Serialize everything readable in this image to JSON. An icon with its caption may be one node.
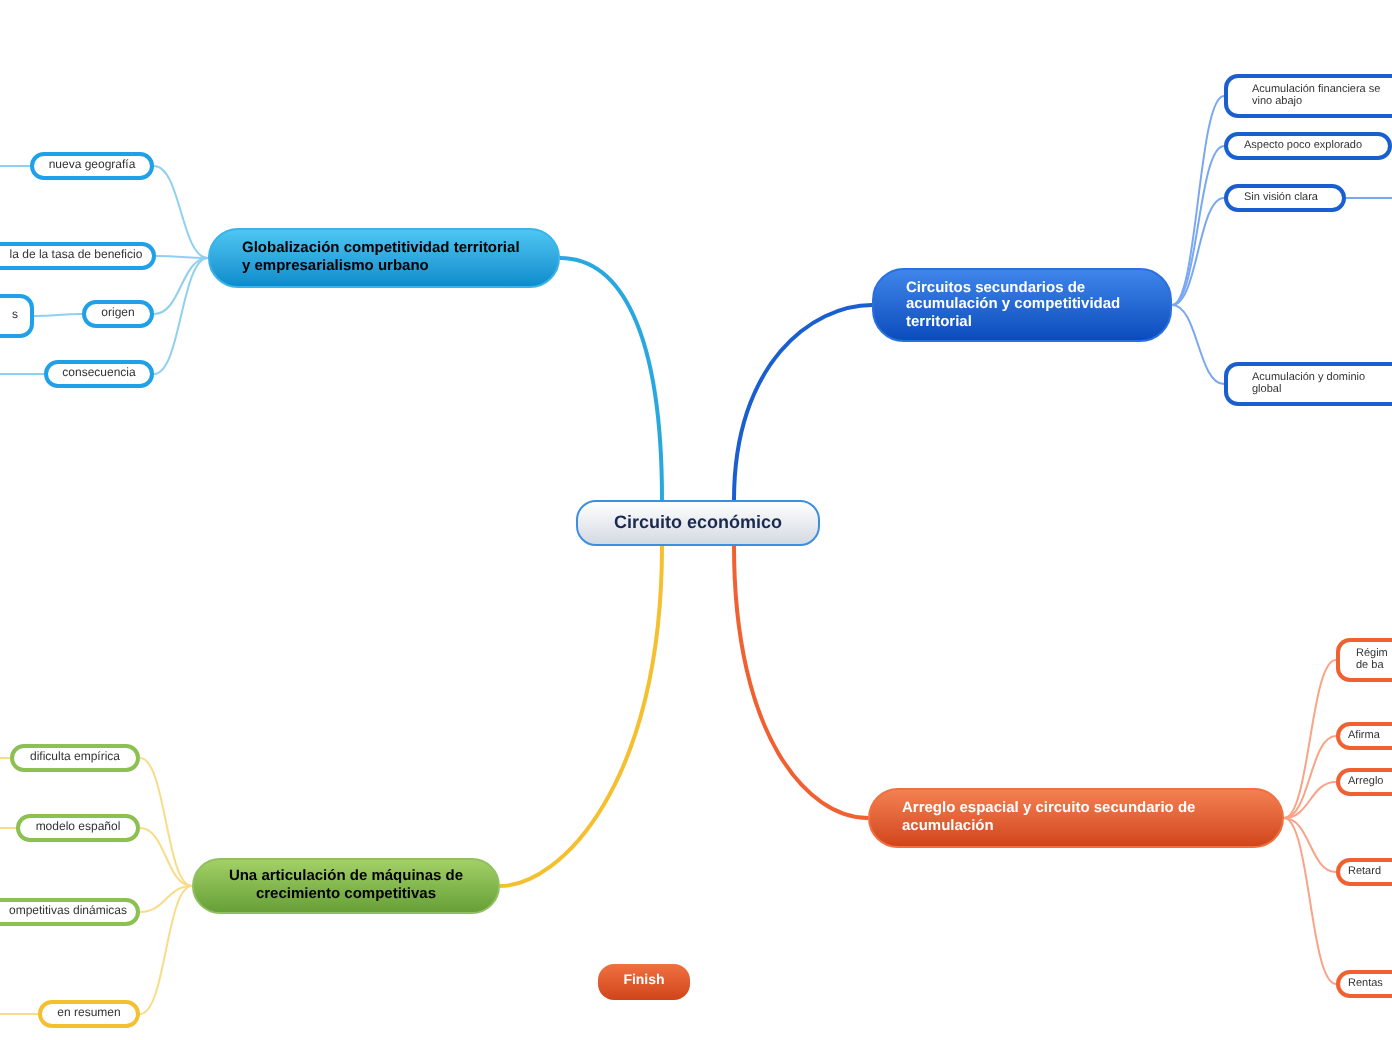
{
  "diagram": {
    "nodes": [
      {
        "text": [
          "Circuito económico"
        ]
      },
      {
        "text": [
          "Globalización competitividad territorial y empresarialismo urbano"
        ]
      },
      {
        "text": [
          "nueva geografía"
        ]
      },
      {
        "text": [
          "la de la tasa de beneficio"
        ]
      },
      {
        "text": [
          "origen"
        ]
      },
      {
        "text": [
          "s"
        ]
      },
      {
        "text": [
          "consecuencia"
        ]
      },
      {
        "text": [
          "Circuitos secundarios de acumulación y competitividad territorial"
        ]
      },
      {
        "text": [
          "Acumulación financiera se vino abajo"
        ]
      },
      {
        "text": [
          "Aspecto poco explorado"
        ]
      },
      {
        "text": [
          "Sin visión clara"
        ]
      },
      {
        "text": [
          "Acumulación y dominio global"
        ]
      },
      {
        "text": [
          "Arreglo espacial y circuito secundario de acumulación"
        ]
      },
      {
        "text": [
          "Régim de ba"
        ]
      },
      {
        "text": [
          "Afirma"
        ]
      },
      {
        "text": [
          "Arreglo"
        ]
      },
      {
        "text": [
          "Retard"
        ]
      },
      {
        "text": [
          "Rentas"
        ]
      },
      {
        "text": [
          "Una articulación de máquinas de crecimiento competitivas"
        ]
      },
      {
        "text": [
          "dificulta empírica"
        ]
      },
      {
        "text": [
          "modelo español"
        ]
      },
      {
        "text": [
          "ompetitivas dinámicas"
        ]
      },
      {
        "text": [
          "en resumen"
        ]
      },
      {
        "text": [
          "Finish"
        ]
      }
    ],
    "edges": [
      {
        "from": 0,
        "to": 1,
        "arrow": "none",
        "color": "#29a8e0"
      },
      {
        "from": 0,
        "to": 7,
        "arrow": "none",
        "color": "#1a5fcf"
      },
      {
        "from": 0,
        "to": 12,
        "arrow": "none",
        "color": "#f06030"
      },
      {
        "from": 0,
        "to": 18,
        "arrow": "none",
        "color": "#f5c030"
      },
      {
        "from": 1,
        "to": 2,
        "arrow": "none",
        "color": "#8fd0f0"
      },
      {
        "from": 1,
        "to": 3,
        "arrow": "none",
        "color": "#8fd0f0"
      },
      {
        "from": 1,
        "to": 4,
        "arrow": "none",
        "color": "#8fd0f0"
      },
      {
        "from": 1,
        "to": 6,
        "arrow": "none",
        "color": "#8fd0f0"
      },
      {
        "from": 4,
        "to": 5,
        "arrow": "none",
        "color": "#8fd0f0"
      },
      {
        "from": 2,
        "to": null,
        "arrow": "none",
        "color": "#8fd0f0"
      },
      {
        "from": 6,
        "to": null,
        "arrow": "none",
        "color": "#8fd0f0"
      },
      {
        "from": 7,
        "to": 8,
        "arrow": "none",
        "color": "#7aa8f0"
      },
      {
        "from": 7,
        "to": 9,
        "arrow": "none",
        "color": "#7aa8f0"
      },
      {
        "from": 7,
        "to": 10,
        "arrow": "none",
        "color": "#7aa8f0"
      },
      {
        "from": 7,
        "to": 11,
        "arrow": "none",
        "color": "#7aa8f0"
      },
      {
        "from": 10,
        "to": null,
        "arrow": "none",
        "color": "#7aa8f0"
      },
      {
        "from": 12,
        "to": 13,
        "arrow": "none",
        "color": "#f8a488"
      },
      {
        "from": 12,
        "to": 14,
        "arrow": "none",
        "color": "#f8a488"
      },
      {
        "from": 12,
        "to": 15,
        "arrow": "none",
        "color": "#f8a488"
      },
      {
        "from": 12,
        "to": 16,
        "arrow": "none",
        "color": "#f8a488"
      },
      {
        "from": 12,
        "to": 17,
        "arrow": "none",
        "color": "#f8a488"
      },
      {
        "from": 18,
        "to": 19,
        "arrow": "none",
        "color": "#f8dc88"
      },
      {
        "from": 18,
        "to": 20,
        "arrow": "none",
        "color": "#f8dc88"
      },
      {
        "from": 18,
        "to": 21,
        "arrow": "none",
        "color": "#f8dc88"
      },
      {
        "from": 18,
        "to": 22,
        "arrow": "none",
        "color": "#f8dc88"
      },
      {
        "from": 19,
        "to": null,
        "arrow": "none",
        "color": "#f8dc88"
      },
      {
        "from": 20,
        "to": null,
        "arrow": "none",
        "color": "#f8dc88"
      },
      {
        "from": 22,
        "to": null,
        "arrow": "none",
        "color": "#f8dc88"
      }
    ]
  }
}
